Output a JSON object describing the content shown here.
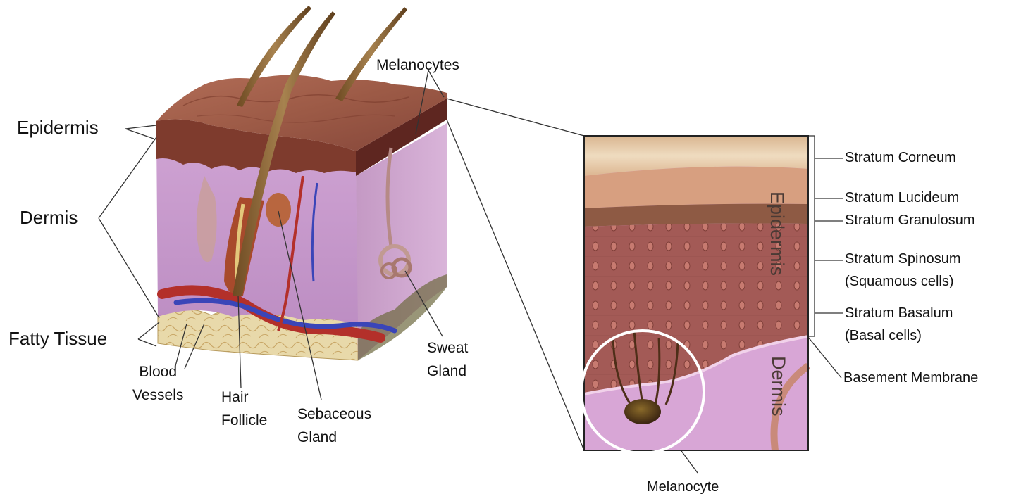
{
  "block_labels": {
    "epidermis": "Epidermis",
    "dermis": "Dermis",
    "fatty_tissue": "Fatty Tissue",
    "melanocytes": "Melanocytes",
    "blood_vessels": [
      "Blood",
      "Vessels"
    ],
    "hair_follicle": [
      "Hair",
      "Follicle"
    ],
    "sebaceous_gland": [
      "Sebaceous",
      "Gland"
    ],
    "sweat_gland": [
      "Sweat",
      "Gland"
    ]
  },
  "inset": {
    "epidermis_vertical": "Epidermis",
    "dermis_vertical": "Dermis",
    "layers": {
      "corneum": "Stratum Corneum",
      "lucideum": "Stratum Lucideum",
      "granulosum": "Stratum Granulosum",
      "spinosum": [
        "Stratum Spinosum",
        "(Squamous cells)"
      ],
      "basalum": [
        "Stratum Basalum",
        "(Basal cells)"
      ],
      "basement": "Basement Membrane"
    },
    "melanocyte": "Melanocyte"
  },
  "colors": {
    "skin_top": "#9c5a46",
    "epidermis": "#7a3a2c",
    "dermis": "#c89ac8",
    "fat": "#e6d6a6",
    "vessel_red": "#b3302a",
    "vessel_blue": "#3a45b8",
    "corneum": "#ead2b2",
    "lucideum": "#d79f80",
    "granulosum": "#8e5a44",
    "spinosum": "#a8605a",
    "inset_dermis": "#d8a6d6"
  }
}
